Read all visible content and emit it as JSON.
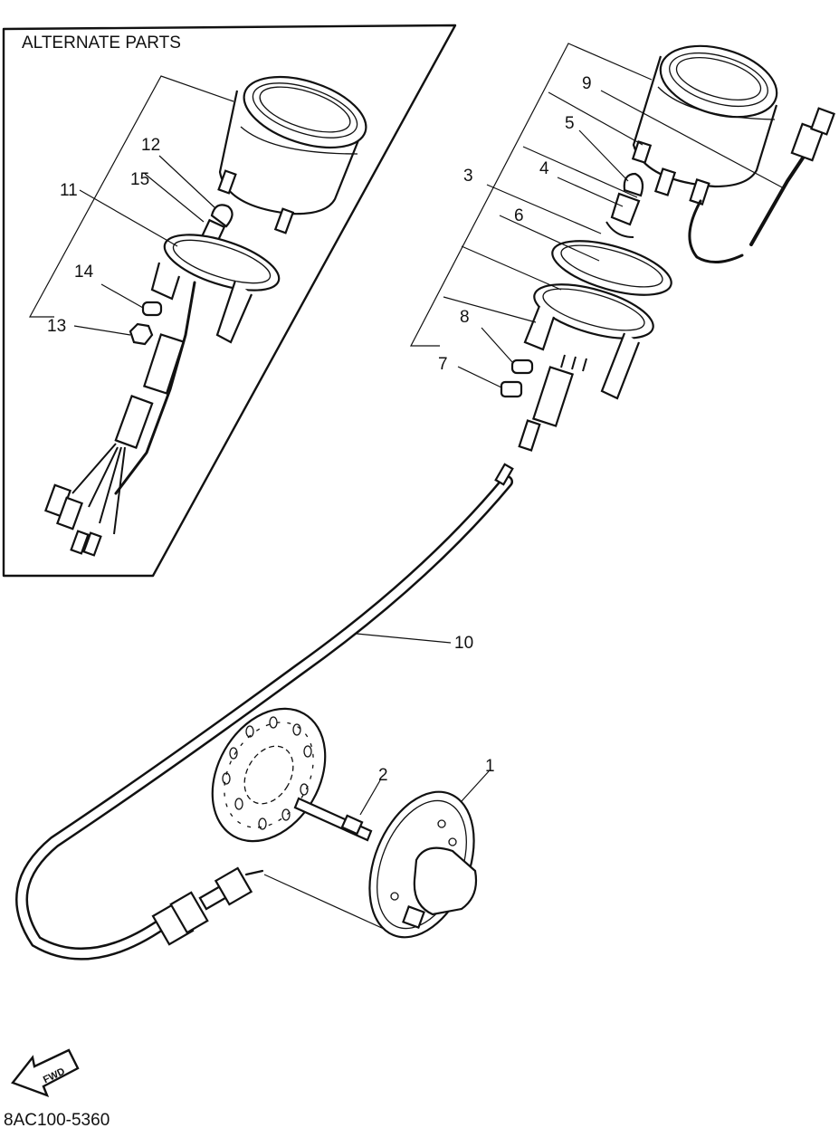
{
  "inset": {
    "title": "ALTERNATE PARTS"
  },
  "callouts": [
    {
      "id": "1",
      "text": "1"
    },
    {
      "id": "2",
      "text": "2"
    },
    {
      "id": "3",
      "text": "3"
    },
    {
      "id": "4",
      "text": "4"
    },
    {
      "id": "5",
      "text": "5"
    },
    {
      "id": "6",
      "text": "6"
    },
    {
      "id": "7",
      "text": "7"
    },
    {
      "id": "8",
      "text": "8"
    },
    {
      "id": "9",
      "text": "9"
    },
    {
      "id": "10",
      "text": "10"
    },
    {
      "id": "11",
      "text": "11"
    },
    {
      "id": "12",
      "text": "12"
    },
    {
      "id": "13",
      "text": "13"
    },
    {
      "id": "14",
      "text": "14"
    },
    {
      "id": "15",
      "text": "15"
    }
  ],
  "fwd_badge": {
    "text": "FWD"
  },
  "diagram_code": "8AC100-5360"
}
